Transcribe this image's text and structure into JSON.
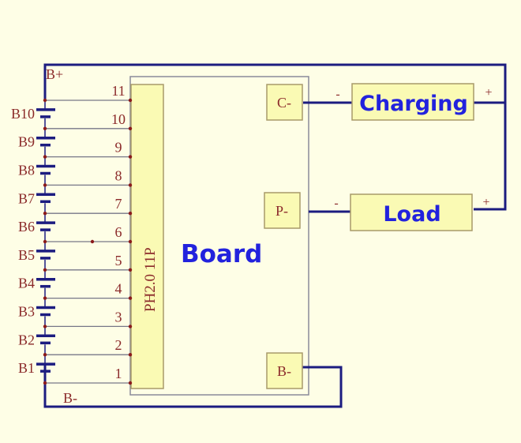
{
  "colors": {
    "background": "#fefee6",
    "wire_main": "#1c1c80",
    "wire_thin": "#777788",
    "box_fill": "#fafab4",
    "box_stroke": "#a89a6a",
    "label_red": "#8b2a2a",
    "label_blue": "#2222dd",
    "junction": "#8b1a1a"
  },
  "battery_pack": {
    "positive_label": "B+",
    "negative_label": "B-",
    "cells": [
      "B10",
      "B9",
      "B8",
      "B7",
      "B6",
      "B5",
      "B4",
      "B3",
      "B2",
      "B1"
    ]
  },
  "connector": {
    "label": "PH2.0 11P",
    "pins": [
      "11",
      "10",
      "9",
      "8",
      "7",
      "6",
      "5",
      "4",
      "3",
      "2",
      "1"
    ]
  },
  "board": {
    "label": "Board",
    "terminals": {
      "charge_neg": "C-",
      "load_neg": "P-",
      "battery_neg": "B-"
    }
  },
  "charging": {
    "label": "Charging",
    "neg": "-",
    "pos": "+"
  },
  "load": {
    "label": "Load",
    "neg": "-",
    "pos": "+"
  }
}
